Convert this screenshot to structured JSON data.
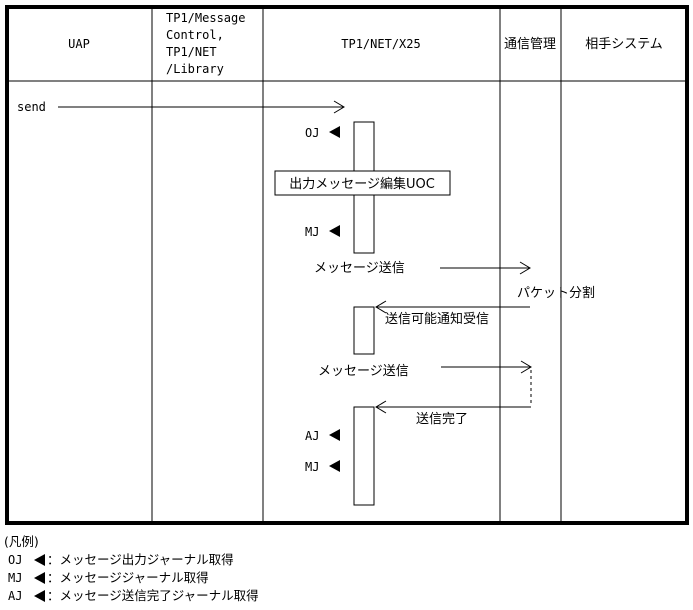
{
  "headers": {
    "uap": "UAP",
    "message_control": [
      "TP1/Message",
      "Control,",
      "TP1/NET",
      "/Library"
    ],
    "tp1net": "TP1/NET/X25",
    "comm": "通信管理",
    "remote": "相手システム"
  },
  "send_label": "send",
  "markers": {
    "oj": "OJ",
    "mj1": "MJ",
    "aj": "AJ",
    "mj2": "MJ"
  },
  "uoc_box": "出力メッセージ編集UOC",
  "labels": {
    "msg_send_1": "メッセージ送信",
    "packet_split": "パケット分割",
    "send_ok_notify": "送信可能通知受信",
    "msg_send_2": "メッセージ送信",
    "send_complete": "送信完了"
  },
  "legend": {
    "title": "(凡例)",
    "items": [
      {
        "abbr": "OJ",
        "desc": "：メッセージ出力ジャーナル取得"
      },
      {
        "abbr": "MJ",
        "desc": "：メッセージジャーナル取得"
      },
      {
        "abbr": "AJ",
        "desc": "：メッセージ送信完了ジャーナル取得"
      }
    ]
  }
}
